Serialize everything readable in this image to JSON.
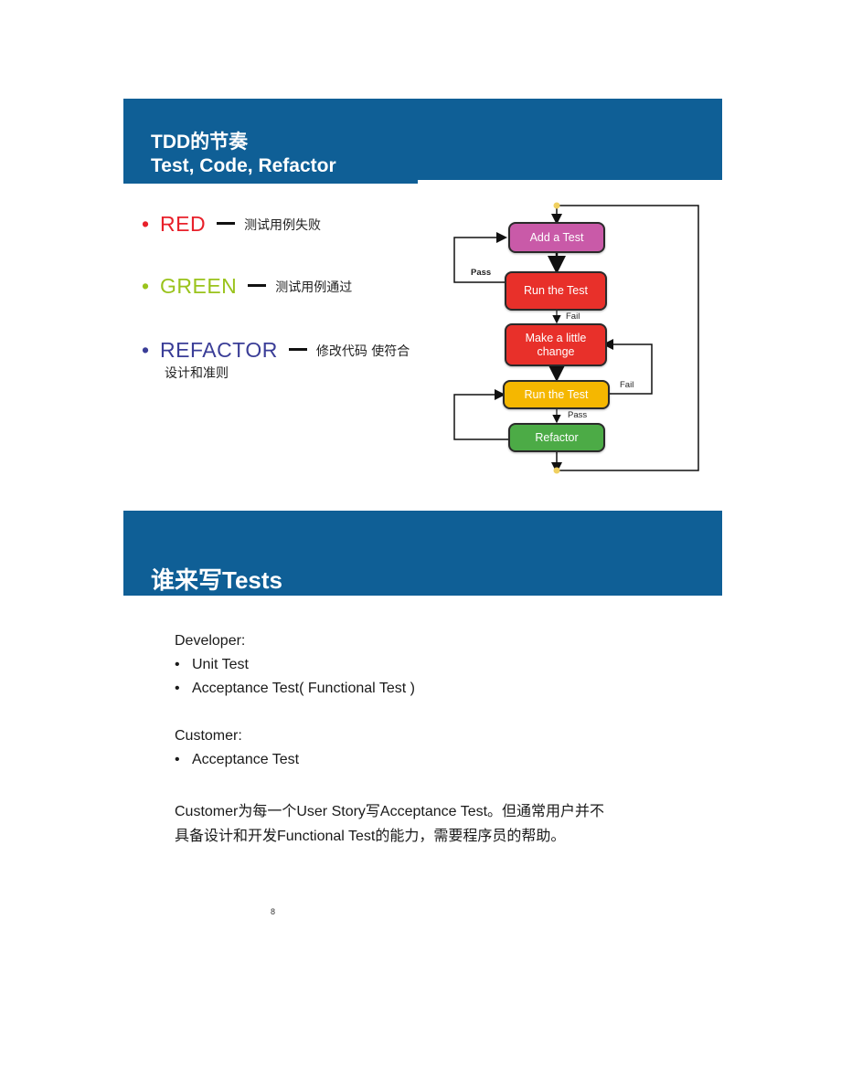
{
  "slide1": {
    "title_line1": "TDD的节奏",
    "title_line2": "Test, Code, Refactor",
    "bullets": [
      {
        "dot": "•",
        "keyword": "RED",
        "desc": "测试用例失败",
        "color": "#e8202a"
      },
      {
        "dot": "•",
        "keyword": "GREEN",
        "desc": "测试用例通过",
        "color": "#9ac31c"
      },
      {
        "dot": "•",
        "keyword": "REFACTOR",
        "desc": "修改代码 使符合",
        "desc_cont": "设计和准则",
        "color": "#3a3d97"
      }
    ],
    "flow": {
      "steps": [
        {
          "label": "Add a Test",
          "color": "#c95aa8"
        },
        {
          "label": "Run the Test",
          "color": "#e8302a"
        },
        {
          "label": "Make a little change",
          "line1": "Make a little",
          "line2": "change",
          "color": "#e8302a"
        },
        {
          "label": "Run the Test",
          "color": "#f5b700"
        },
        {
          "label": "Refactor",
          "color": "#4cab46"
        }
      ],
      "labels": {
        "pass1": "Pass",
        "fail1": "Fail",
        "fail2": "Fail",
        "pass2": "Pass"
      }
    }
  },
  "slide2": {
    "title": "谁来写Tests",
    "developer_heading": "Developer:",
    "developer_items": [
      "Unit Test",
      "Acceptance Test( Functional Test )"
    ],
    "customer_heading": "Customer:",
    "customer_items": [
      "Acceptance Test"
    ],
    "para_line1": "Customer为每一个User Story写Acceptance Test。但通常用户并不",
    "para_line2": "具备设计和开发Functional Test的能力，需要程序员的帮助。",
    "bullet_char": "•"
  },
  "page_number": "8"
}
